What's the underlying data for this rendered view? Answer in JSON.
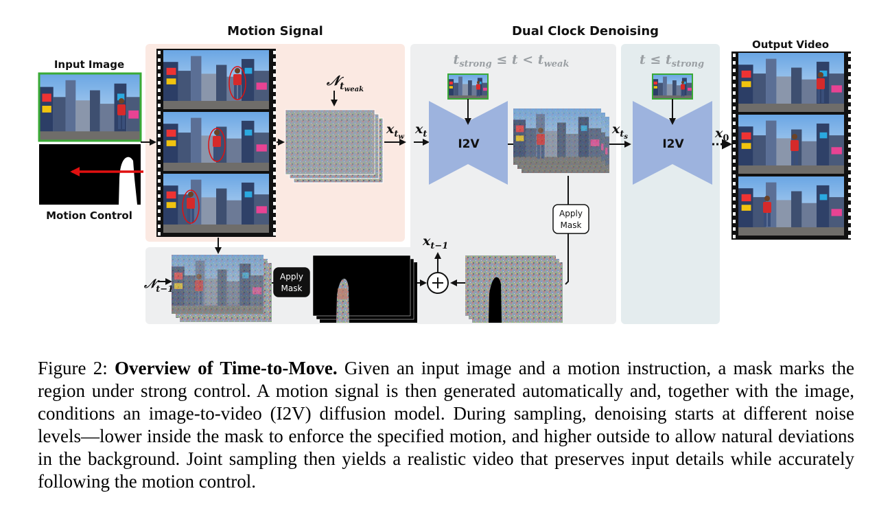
{
  "figure": {
    "sections": {
      "motion_signal": "Motion Signal",
      "dual_clock": "Dual Clock Denoising",
      "input_image": "Input Image",
      "motion_control": "Motion Control",
      "output_video": "Output Video"
    },
    "conditions": {
      "weak_range": "t_strong ≤ t < t_weak",
      "strong_range": "t ≤ t_strong"
    },
    "symbols": {
      "noise_weak": "N_t_weak",
      "noise_prev": "N_t−1",
      "x_tw": "x_t_w",
      "x_t": "x_t",
      "x_ts": "x_t_s",
      "x_0": "x_0",
      "x_t1": "x_t−1"
    },
    "model_label": "I2V",
    "apply_mask": [
      "Apply",
      "Mask"
    ]
  },
  "caption": {
    "prefix": "Figure 2:",
    "title": "Overview of Time-to-Move.",
    "body": "Given an input image and a motion instruction, a mask marks the region under strong control. A motion signal is then generated automatically and, together with the image, conditions an image-to-video (I2V) diffusion model. During sampling, denoising starts at different noise levels—lower inside the mask to enforce the specified motion, and higher outside to allow natural deviations in the background. Joint sampling then yields a realistic video that preserves input details while accurately following the motion control."
  },
  "colors": {
    "motion_panel": "#fbe9e2",
    "denoise_panel": "#eeeff0",
    "strong_panel": "#e4ecee",
    "network": "#9db3de",
    "image_border": "#3aaa35",
    "arrow_red": "#e01010"
  }
}
